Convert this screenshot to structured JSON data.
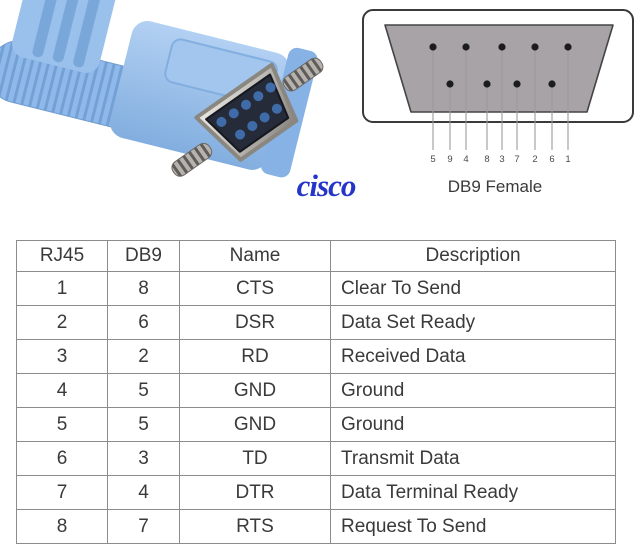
{
  "colors": {
    "brand": "#2435c8",
    "cable": "#8fb9ea",
    "diagram_body": "#a7a3a6",
    "table_text": "#3a3a3a",
    "table_border": "#8c8c8c"
  },
  "photo": {
    "brand_label": "cisco"
  },
  "diagram": {
    "caption": "DB9 Female",
    "pin_labels": [
      "5",
      "9",
      "4",
      "8",
      "3",
      "7",
      "2",
      "6",
      "1"
    ],
    "top_row_pins": [
      "5",
      "4",
      "3",
      "2",
      "1"
    ],
    "bottom_row_pins": [
      "9",
      "8",
      "7",
      "6"
    ]
  },
  "table": {
    "headers": [
      "RJ45",
      "DB9",
      "Name",
      "Description"
    ],
    "rows": [
      {
        "rj45": "1",
        "db9": "8",
        "name": "CTS",
        "description": "Clear To Send"
      },
      {
        "rj45": "2",
        "db9": "6",
        "name": "DSR",
        "description": "Data Set Ready"
      },
      {
        "rj45": "3",
        "db9": "2",
        "name": "RD",
        "description": "Received Data"
      },
      {
        "rj45": "4",
        "db9": "5",
        "name": "GND",
        "description": "Ground"
      },
      {
        "rj45": "5",
        "db9": "5",
        "name": "GND",
        "description": "Ground"
      },
      {
        "rj45": "6",
        "db9": "3",
        "name": "TD",
        "description": "Transmit Data"
      },
      {
        "rj45": "7",
        "db9": "4",
        "name": "DTR",
        "description": "Data Terminal Ready"
      },
      {
        "rj45": "8",
        "db9": "7",
        "name": "RTS",
        "description": "Request To Send"
      }
    ]
  }
}
